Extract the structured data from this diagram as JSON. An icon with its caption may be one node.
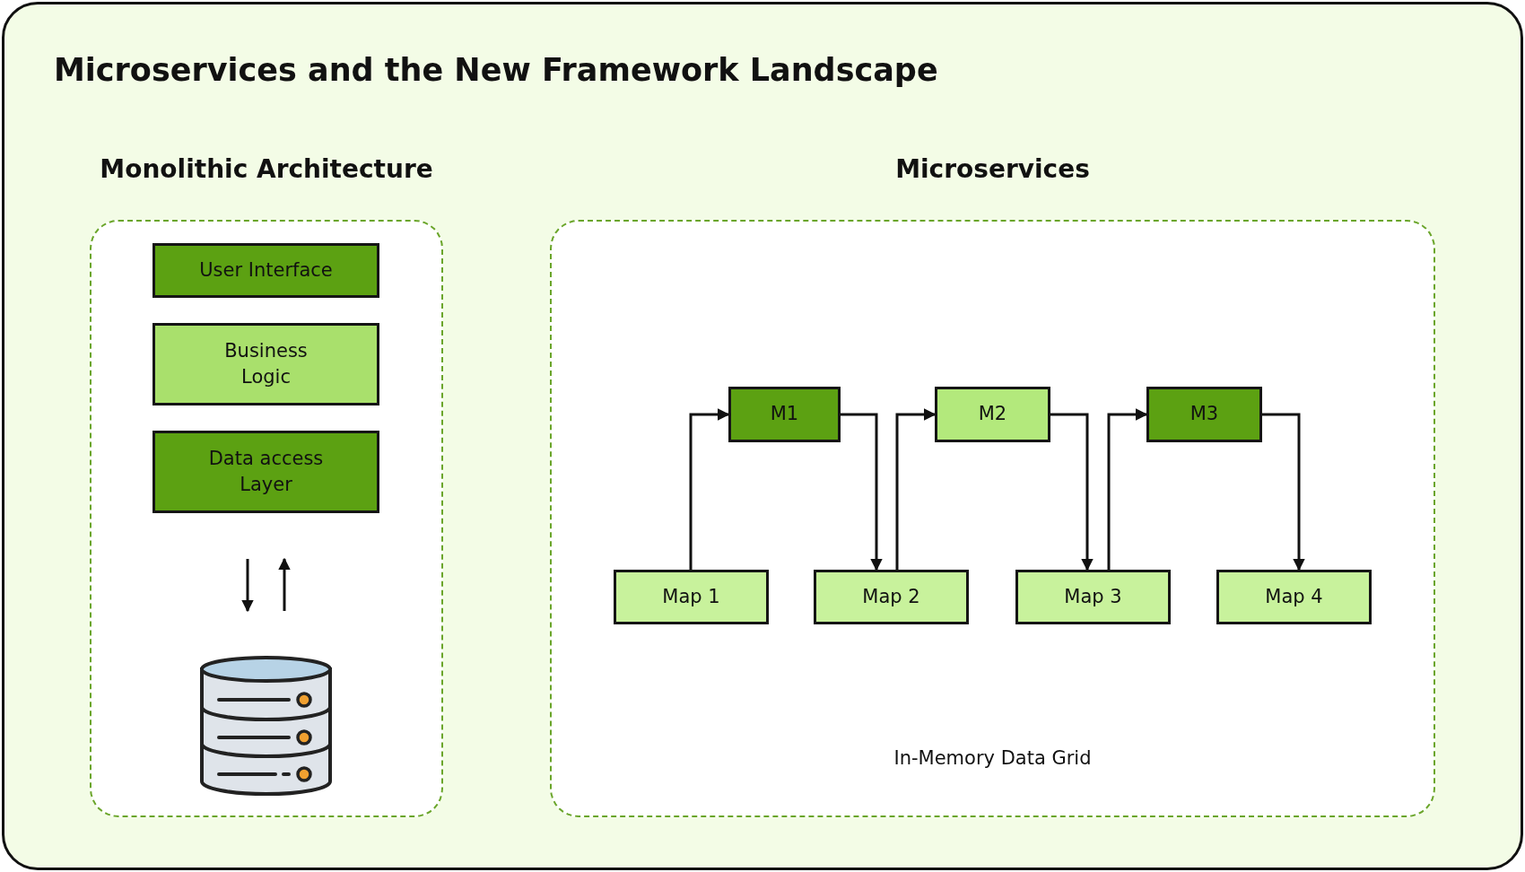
{
  "diagram": {
    "title": "Microservices and the New Framework Landscape",
    "nodes": [
      {
        "text": [
          "Monolithic Architecture"
        ]
      },
      {
        "text": [
          "User Interface"
        ],
        "in": 0
      },
      {
        "text": [
          "Business Logic"
        ],
        "in": 0
      },
      {
        "text": [
          "Data access Layer"
        ],
        "in": 0
      },
      {
        "text": [],
        "shape": "cylinder",
        "in": 0
      },
      {
        "text": [
          "Microservices",
          "In-Memory Data Grid"
        ]
      },
      {
        "text": [
          "M1"
        ],
        "in": 5
      },
      {
        "text": [
          "M2"
        ],
        "in": 5
      },
      {
        "text": [
          "M3"
        ],
        "in": 5
      },
      {
        "text": [
          "Map 1"
        ],
        "in": 5
      },
      {
        "text": [
          "Map 2"
        ],
        "in": 5
      },
      {
        "text": [
          "Map 3"
        ],
        "in": 5
      },
      {
        "text": [
          "Map 4"
        ],
        "in": 5
      }
    ],
    "edges": [
      {
        "from": 3,
        "to": 4,
        "arrow": "to"
      },
      {
        "from": 4,
        "to": 3,
        "arrow": "to"
      },
      {
        "from": 9,
        "to": 6,
        "arrow": "to"
      },
      {
        "from": 6,
        "to": 10,
        "arrow": "to"
      },
      {
        "from": 10,
        "to": 7,
        "arrow": "to"
      },
      {
        "from": 7,
        "to": 11,
        "arrow": "to"
      },
      {
        "from": 11,
        "to": 8,
        "arrow": "to"
      },
      {
        "from": 8,
        "to": 12,
        "arrow": "to"
      }
    ]
  }
}
